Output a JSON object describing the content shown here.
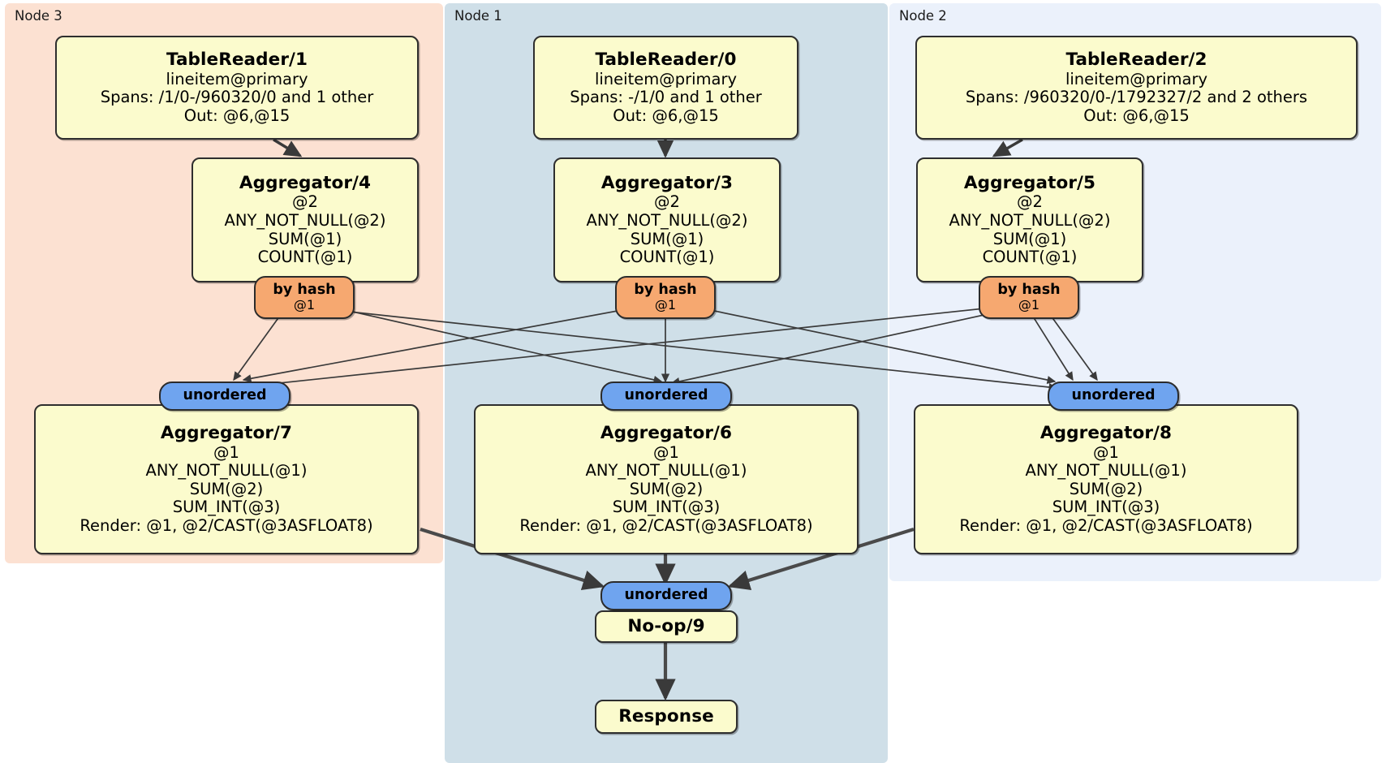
{
  "diagram": {
    "type": "distributed-query-plan",
    "colors": {
      "node3_panel": "#fce1d2",
      "node1_panel": "#cfdfe8",
      "node2_panel": "#ebf1fb",
      "box_fill": "#fbfbcd",
      "box_border": "#2e2e2e",
      "hash_pill": "#f6a870",
      "unordered_pill": "#6fa4ef",
      "edge": "#3a3a3a"
    }
  },
  "panels": [
    {
      "id": "node3",
      "label": "Node 3"
    },
    {
      "id": "node1",
      "label": "Node 1"
    },
    {
      "id": "node2",
      "label": "Node 2"
    }
  ],
  "boxes": {
    "table_reader_1": {
      "title": "TableReader/1",
      "lines": [
        "lineitem@primary",
        "Spans: /1/0-/960320/0 and 1 other",
        "Out: @6,@15"
      ]
    },
    "table_reader_0": {
      "title": "TableReader/0",
      "lines": [
        "lineitem@primary",
        "Spans: -/1/0 and 1 other",
        "Out: @6,@15"
      ]
    },
    "table_reader_2": {
      "title": "TableReader/2",
      "lines": [
        "lineitem@primary",
        "Spans: /960320/0-/1792327/2 and 2 others",
        "Out: @6,@15"
      ]
    },
    "aggregator_4": {
      "title": "Aggregator/4",
      "lines": [
        "@2",
        "ANY_NOT_NULL(@2)",
        "SUM(@1)",
        "COUNT(@1)"
      ]
    },
    "aggregator_3": {
      "title": "Aggregator/3",
      "lines": [
        "@2",
        "ANY_NOT_NULL(@2)",
        "SUM(@1)",
        "COUNT(@1)"
      ]
    },
    "aggregator_5": {
      "title": "Aggregator/5",
      "lines": [
        "@2",
        "ANY_NOT_NULL(@2)",
        "SUM(@1)",
        "COUNT(@1)"
      ]
    },
    "aggregator_7": {
      "title": "Aggregator/7",
      "lines": [
        "@1",
        "ANY_NOT_NULL(@1)",
        "SUM(@2)",
        "SUM_INT(@3)",
        "Render: @1, @2/CAST(@3ASFLOAT8)"
      ]
    },
    "aggregator_6": {
      "title": "Aggregator/6",
      "lines": [
        "@1",
        "ANY_NOT_NULL(@1)",
        "SUM(@2)",
        "SUM_INT(@3)",
        "Render: @1, @2/CAST(@3ASFLOAT8)"
      ]
    },
    "aggregator_8": {
      "title": "Aggregator/8",
      "lines": [
        "@1",
        "ANY_NOT_NULL(@1)",
        "SUM(@2)",
        "SUM_INT(@3)",
        "Render: @1, @2/CAST(@3ASFLOAT8)"
      ]
    },
    "noop_9": {
      "title": "No-op/9",
      "lines": []
    },
    "response": {
      "title": "Response",
      "lines": []
    }
  },
  "pills": {
    "hash_4": {
      "title": "by hash",
      "sub": "@1"
    },
    "hash_3": {
      "title": "by hash",
      "sub": "@1"
    },
    "hash_5": {
      "title": "by hash",
      "sub": "@1"
    },
    "unordered_7": {
      "title": "unordered",
      "sub": ""
    },
    "unordered_6": {
      "title": "unordered",
      "sub": ""
    },
    "unordered_8": {
      "title": "unordered",
      "sub": ""
    },
    "unordered_final": {
      "title": "unordered",
      "sub": ""
    }
  }
}
